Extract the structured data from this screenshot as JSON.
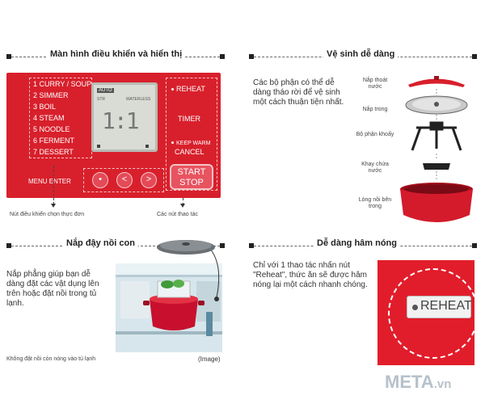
{
  "sections": {
    "control": {
      "title": "Màn hình điều khiển và hiển thị",
      "menu_items": [
        "1 CURRY / SOUP",
        "2 SIMMER",
        "3 BOIL",
        "4 STEAM",
        "5 NOODLE",
        "6 FERMENT",
        "7 DESSERT"
      ],
      "lcd": {
        "auto": "AUTO",
        "str": "STR",
        "waterless": "WATERLESS",
        "digits": "1:1"
      },
      "buttons": {
        "reheat": "REHEAT",
        "timer": "TIMER",
        "keep_warm": "KEEP WARM",
        "cancel": "CANCEL",
        "start": "START",
        "stop": "STOP"
      },
      "nav": {
        "dot": "•",
        "prev": "<",
        "next": ">"
      },
      "menu_enter": "MENU ENTER",
      "caption_menu": "Nút điều khiển chọn thực đơn",
      "caption_ops": "Các nút thao tác"
    },
    "clean": {
      "title": "Vệ sinh dễ dàng",
      "text": "Các bộ phận có thể dễ dàng tháo rời để vệ sinh một cách thuận tiện nhất.",
      "parts": [
        "Nắp thoát nước",
        "Nắp trong",
        "Bộ phận khoấy",
        "Khay chứa nước",
        "Lòng nồi bên trong"
      ]
    },
    "lid": {
      "title": "Nắp đậy nồi con",
      "text": "Nắp phẳng giúp bạn dễ dàng đặt các vật dụng lên trên hoặc đặt nồi trong tủ lạnh.",
      "caption": "Không đặt nồi còn nóng vào tủ lạnh",
      "image_label": "(Image)"
    },
    "reheat": {
      "title": "Dễ dàng hâm nóng",
      "text": "Chỉ với 1 thao tác nhấn nút \"Reheat\", thức ăn sẽ được hâm nóng lại một cách nhanh chóng.",
      "button_label": "REHEAT"
    }
  },
  "logo": {
    "main": "META",
    "suffix": ".vn"
  },
  "colors": {
    "brand_red": "#d8202c",
    "pot_red": "#c8102e",
    "text": "#333333",
    "logo_gray": "#b6c1c9"
  }
}
